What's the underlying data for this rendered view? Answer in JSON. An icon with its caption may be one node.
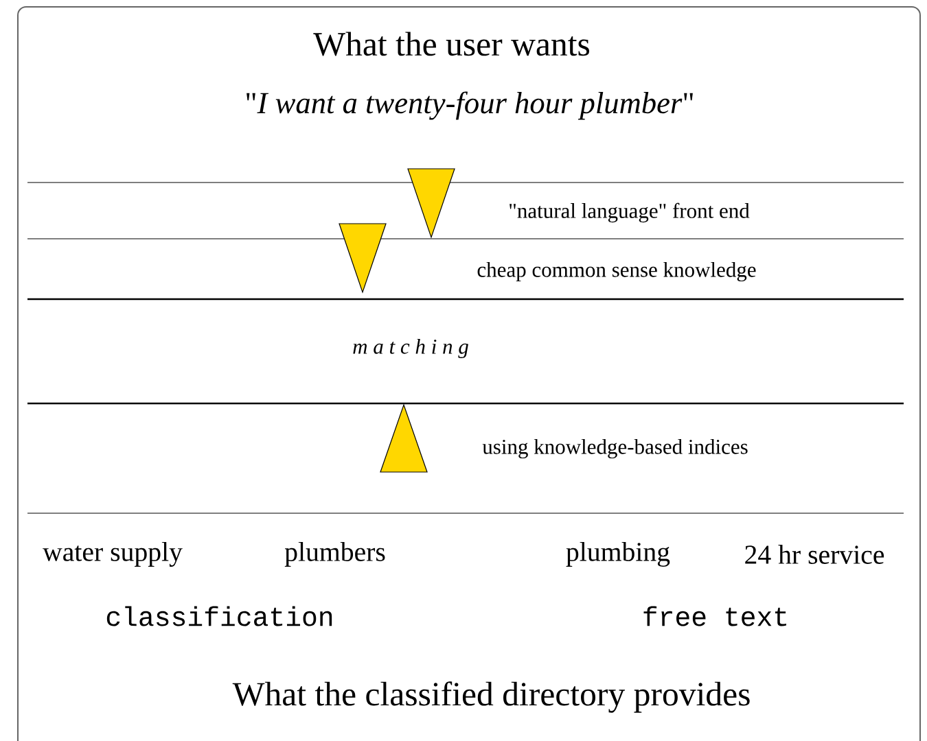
{
  "diagram": {
    "title": "What the user wants",
    "caption": "What the classified directory provides",
    "labels": [
      "\"*I want a twenty-four hour plumber*\"",
      "\"natural language\" front end",
      "cheap common sense knowledge",
      "m a t c h i n g",
      "using knowledge-based indices",
      "water supply",
      "plumbers",
      "plumbing",
      "24 hr service",
      "classification",
      "free text"
    ]
  }
}
